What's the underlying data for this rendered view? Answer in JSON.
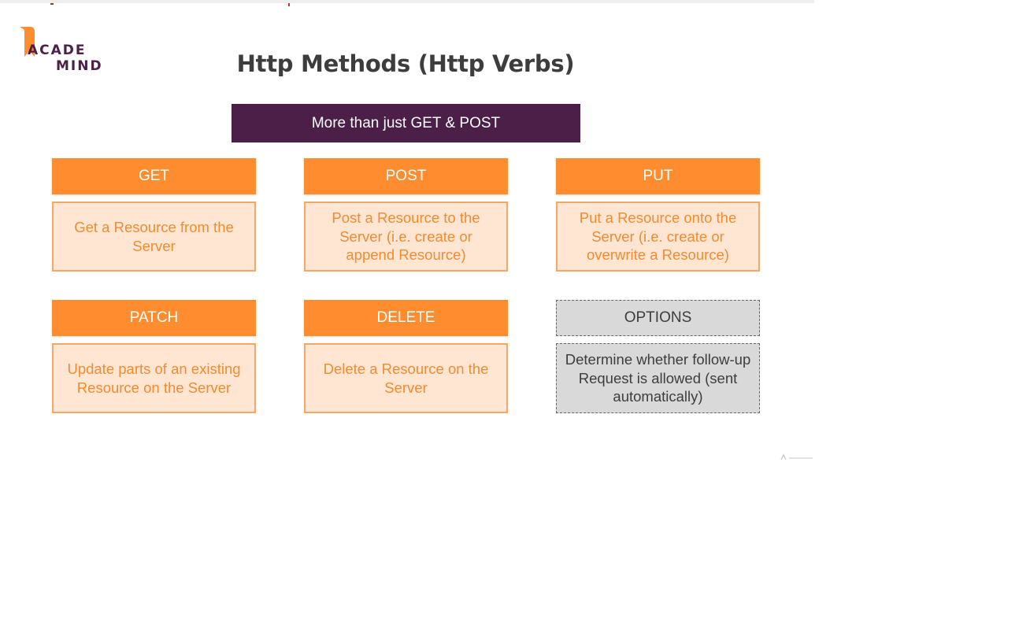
{
  "logo": {
    "line1": "ACADE",
    "line2": "MIND",
    "colors": {
      "accent": "#ff8c2e",
      "brand": "#4b1f48"
    }
  },
  "title": "Http Methods (Http Verbs)",
  "banner": "More than just GET & POST",
  "methods": [
    {
      "name": "GET",
      "description": "Get a Resource from the Server"
    },
    {
      "name": "POST",
      "description": "Post a Resource to the Server (i.e. create or append  Resource)"
    },
    {
      "name": "PUT",
      "description": "Put a Resource onto the Server (i.e. create or overwrite a  Resource)"
    },
    {
      "name": "PATCH",
      "description": "Update parts of an existing Resource on the Server"
    },
    {
      "name": "DELETE",
      "description": "Delete a Resource on the Server"
    },
    {
      "name": "OPTIONS",
      "description": "Determine whether follow-up Request is allowed (sent automatically)"
    }
  ],
  "colors": {
    "header_orange": "#ff8c2e",
    "desc_fill": "#fee6d3",
    "desc_text": "#f58a2e",
    "banner": "#4b1f48",
    "options_grey": "#d9d9d9"
  }
}
